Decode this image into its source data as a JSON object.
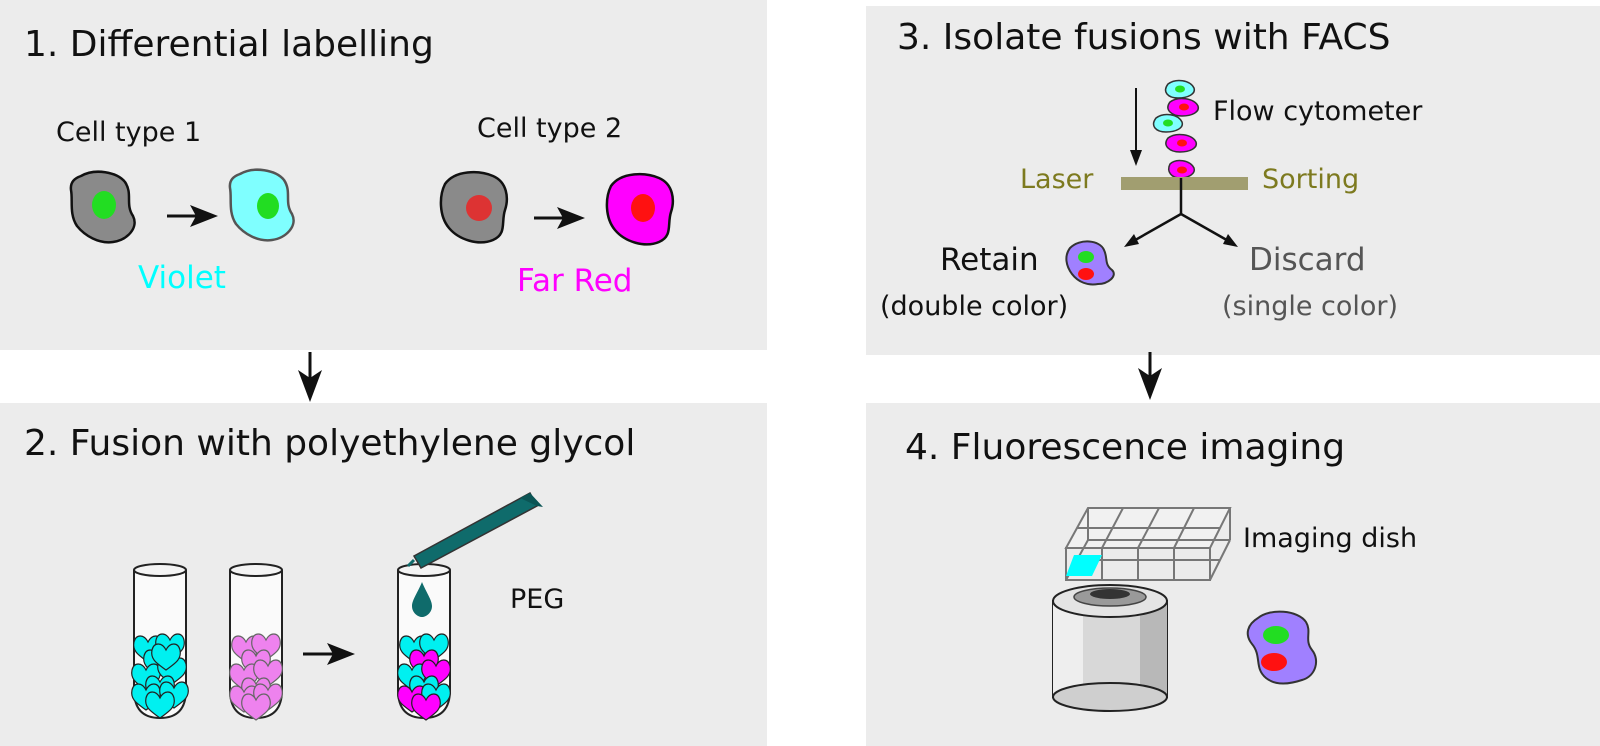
{
  "steps": [
    {
      "title": "1. Differential labelling"
    },
    {
      "title": "2. Fusion with polyethylene glycol"
    },
    {
      "title": "3. Isolate fusions with FACS"
    },
    {
      "title": "4. Fluorescence imaging"
    }
  ],
  "labelling": {
    "cell_type_1": "Cell type 1",
    "cell_type_2": "Cell type 2",
    "dye_1": "Violet",
    "dye_2": "Far Red"
  },
  "fusion": {
    "reagent": "PEG"
  },
  "facs": {
    "instrument": "Flow cytometer",
    "laser": "Laser",
    "sorting": "Sorting",
    "retain": "Retain",
    "retain_note": "(double color)",
    "discard": "Discard",
    "discard_note": "(single color)"
  },
  "imaging": {
    "dish": "Imaging dish"
  },
  "colors": {
    "panel_bg": "#ececec",
    "violet_cell": "#7fffff",
    "far_red_cell": "#ff00ff",
    "green_nucleus": "#22dd22",
    "red_nucleus": "#ff1111",
    "laser_bar": "#a19e70",
    "laser_text": "#7d7a1f",
    "peg": "#0f6b6b",
    "fused_cell": "#a080ff",
    "discard_text": "#555555"
  }
}
